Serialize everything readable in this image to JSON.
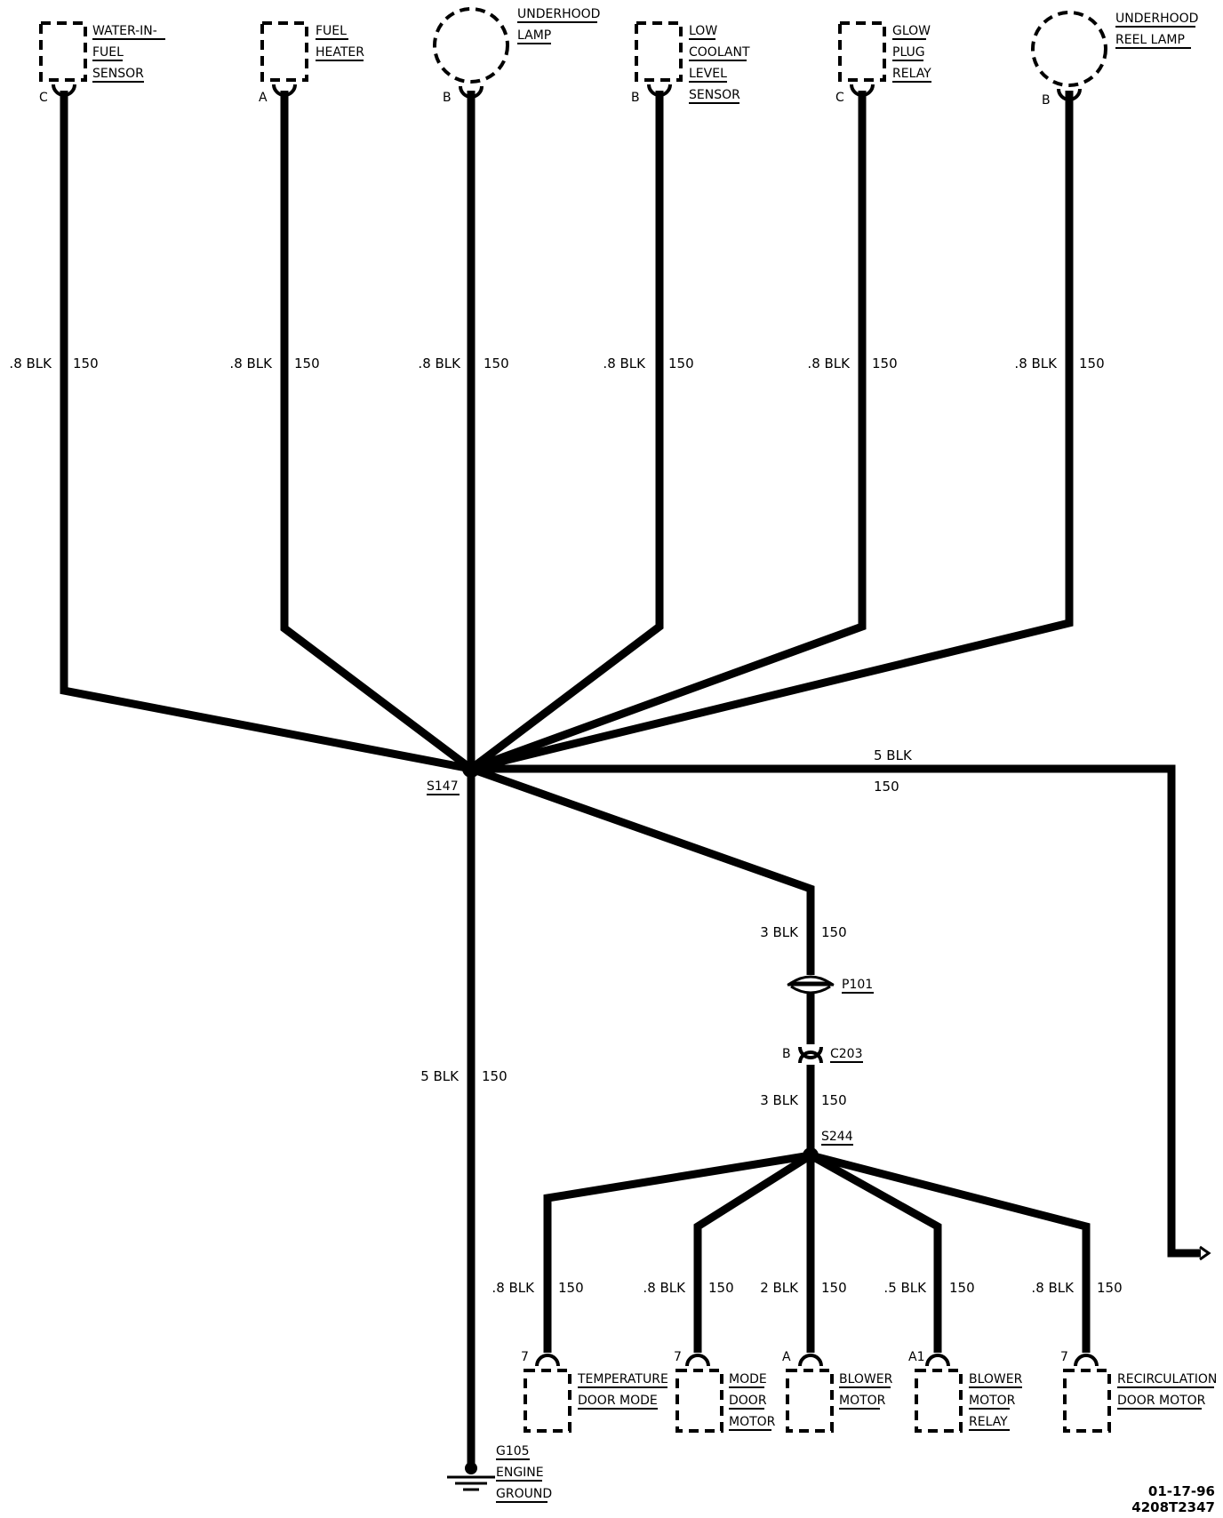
{
  "top_components": [
    {
      "id": "water_in_fuel_sensor",
      "pin": "C",
      "lines": [
        "WATER-IN-",
        "FUEL",
        "SENSOR"
      ],
      "shape": "rect",
      "wire_size": ".8 BLK",
      "circuit": "150"
    },
    {
      "id": "fuel_heater",
      "pin": "A",
      "lines": [
        "FUEL",
        "HEATER"
      ],
      "shape": "rect",
      "wire_size": ".8 BLK",
      "circuit": "150"
    },
    {
      "id": "underhood_lamp",
      "pin": "B",
      "lines": [
        "UNDERHOOD",
        "LAMP"
      ],
      "shape": "circle",
      "wire_size": ".8 BLK",
      "circuit": "150"
    },
    {
      "id": "low_coolant_level_sensor",
      "pin": "B",
      "lines": [
        "LOW",
        "COOLANT",
        "LEVEL",
        "SENSOR"
      ],
      "shape": "rect",
      "wire_size": ".8 BLK",
      "circuit": "150"
    },
    {
      "id": "glow_plug_relay",
      "pin": "C",
      "lines": [
        "GLOW",
        "PLUG",
        "RELAY"
      ],
      "shape": "rect",
      "wire_size": ".8 BLK",
      "circuit": "150"
    },
    {
      "id": "underhood_reel_lamp",
      "pin": "B",
      "lines": [
        "UNDERHOOD",
        "REEL LAMP"
      ],
      "shape": "circle",
      "wire_size": ".8 BLK",
      "circuit": "150"
    }
  ],
  "splice_main": {
    "label": "S147"
  },
  "branch_right": {
    "wire_size": "5 BLK",
    "circuit": "150"
  },
  "branch_ground": {
    "wire_size": "5 BLK",
    "circuit": "150",
    "lines": [
      "G105",
      "ENGINE",
      "GROUND"
    ]
  },
  "branch_lower": {
    "wire_size_upper": "3 BLK",
    "circuit_upper": "150",
    "passthrough": "P101",
    "connector_pin": "B",
    "connector": "C203",
    "wire_size_lower": "3 BLK",
    "circuit_lower": "150",
    "splice": "S244"
  },
  "bottom_components": [
    {
      "id": "temperature_door_mode",
      "pin": "7",
      "lines": [
        "TEMPERATURE",
        "DOOR MODE"
      ],
      "wire_size": ".8 BLK",
      "circuit": "150"
    },
    {
      "id": "mode_door_motor",
      "pin": "7",
      "lines": [
        "MODE",
        "DOOR",
        "MOTOR"
      ],
      "wire_size": ".8 BLK",
      "circuit": "150"
    },
    {
      "id": "blower_motor",
      "pin": "A",
      "lines": [
        "BLOWER",
        "MOTOR"
      ],
      "wire_size": "2 BLK",
      "circuit": "150"
    },
    {
      "id": "blower_motor_relay",
      "pin": "A1",
      "lines": [
        "BLOWER",
        "MOTOR",
        "RELAY"
      ],
      "wire_size": ".5 BLK",
      "circuit": "150"
    },
    {
      "id": "recirculation_door_motor",
      "pin": "7",
      "lines": [
        "RECIRCULATION",
        "DOOR MOTOR"
      ],
      "wire_size": ".8 BLK",
      "circuit": "150"
    }
  ],
  "stamp": {
    "date": "01-17-96",
    "code": "4208T2347"
  }
}
